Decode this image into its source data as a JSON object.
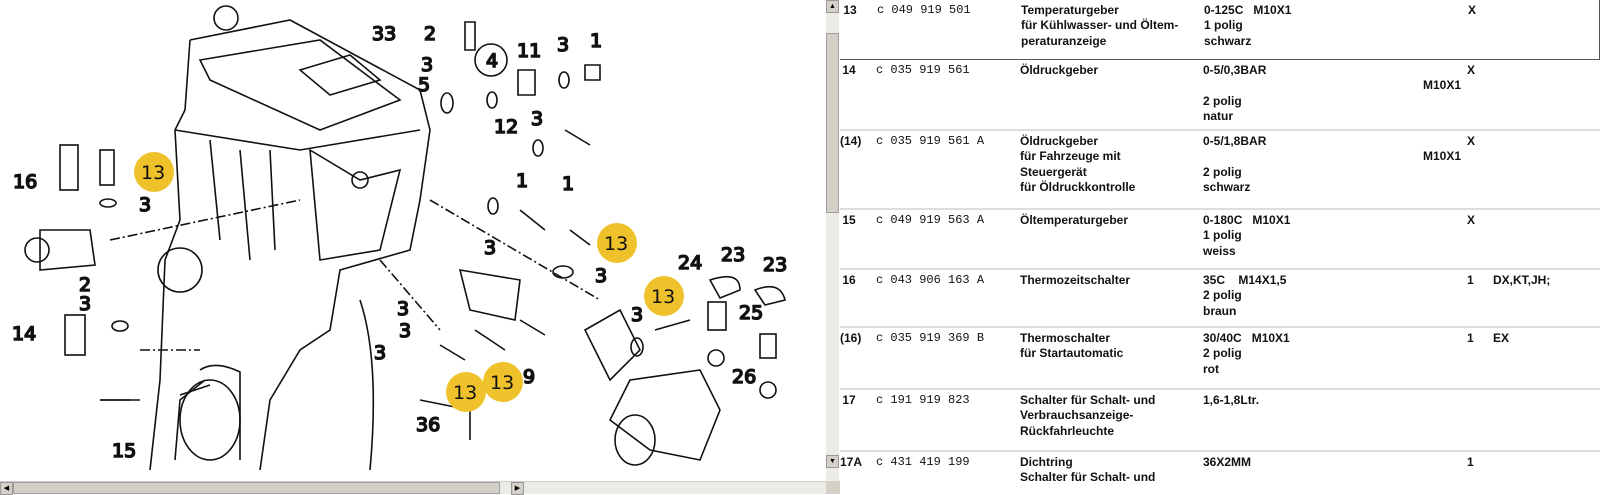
{
  "diagram": {
    "callout_color": "#efc22b",
    "callouts": [
      "13",
      "13",
      "13",
      "13",
      "13"
    ],
    "labels": [
      "33",
      "2",
      "11",
      "3",
      "1",
      "4",
      "3",
      "5",
      "12",
      "3",
      "1",
      "1",
      "3",
      "16",
      "3",
      "2",
      "3",
      "14",
      "15",
      "3",
      "3",
      "3",
      "36",
      "9",
      "3",
      "3",
      "24",
      "23",
      "23",
      "25",
      "26"
    ]
  },
  "table": {
    "rows": [
      {
        "num": "13",
        "part": "c 049 919 501",
        "desc": [
          "Temperaturgeber",
          "für Kühlwasser- und Öltem-",
          "peraturanzeige"
        ],
        "spec": [
          "0-125C   M10X1",
          "1 polig",
          "schwarz"
        ],
        "extra": "",
        "x": "X",
        "note": "",
        "selected": true
      },
      {
        "num": "14",
        "part": "c 035 919 561",
        "desc": [
          "Öldruckgeber"
        ],
        "spec": [
          "0-5/0,3BAR",
          "",
          "2 polig",
          "natur"
        ],
        "extra": "M10X1",
        "x": "X",
        "note": ""
      },
      {
        "num": "(14)",
        "part": "c 035 919 561 A",
        "desc": [
          "Öldruckgeber",
          "für Fahrzeuge mit",
          "Steuergerät",
          "für Öldruckkontrolle"
        ],
        "spec": [
          "0-5/1,8BAR",
          "",
          "2 polig",
          "schwarz"
        ],
        "extra": "M10X1",
        "x": "X",
        "note": ""
      },
      {
        "num": "15",
        "part": "c 049 919 563 A",
        "desc": [
          "Öltemperaturgeber"
        ],
        "spec": [
          "0-180C   M10X1",
          "1 polig",
          "weiss"
        ],
        "extra": "",
        "x": "X",
        "note": ""
      },
      {
        "num": "16",
        "part": "c 043 906 163 A",
        "desc": [
          "Thermozeitschalter"
        ],
        "spec": [
          "35C    M14X1,5",
          "2 polig",
          "braun"
        ],
        "extra": "",
        "x": "1",
        "note": "DX,KT,JH;"
      },
      {
        "num": "(16)",
        "part": "c 035 919 369 B",
        "desc": [
          "Thermoschalter",
          "für Startautomatic"
        ],
        "spec": [
          "30/40C   M10X1",
          "2 polig",
          "rot"
        ],
        "extra": "",
        "x": "1",
        "note": "EX"
      },
      {
        "num": "17",
        "part": "c 191 919 823",
        "desc": [
          "Schalter für Schalt- und",
          "Verbrauchsanzeige-",
          "Rückfahrleuchte"
        ],
        "spec": [
          "1,6-1,8Ltr."
        ],
        "extra": "",
        "x": "",
        "note": ""
      },
      {
        "num": "17A",
        "part": "c 431 419 199",
        "desc": [
          "Dichtring",
          "Schalter für Schalt- und"
        ],
        "spec": [
          "36X2MM"
        ],
        "extra": "",
        "x": "1",
        "note": ""
      }
    ]
  }
}
